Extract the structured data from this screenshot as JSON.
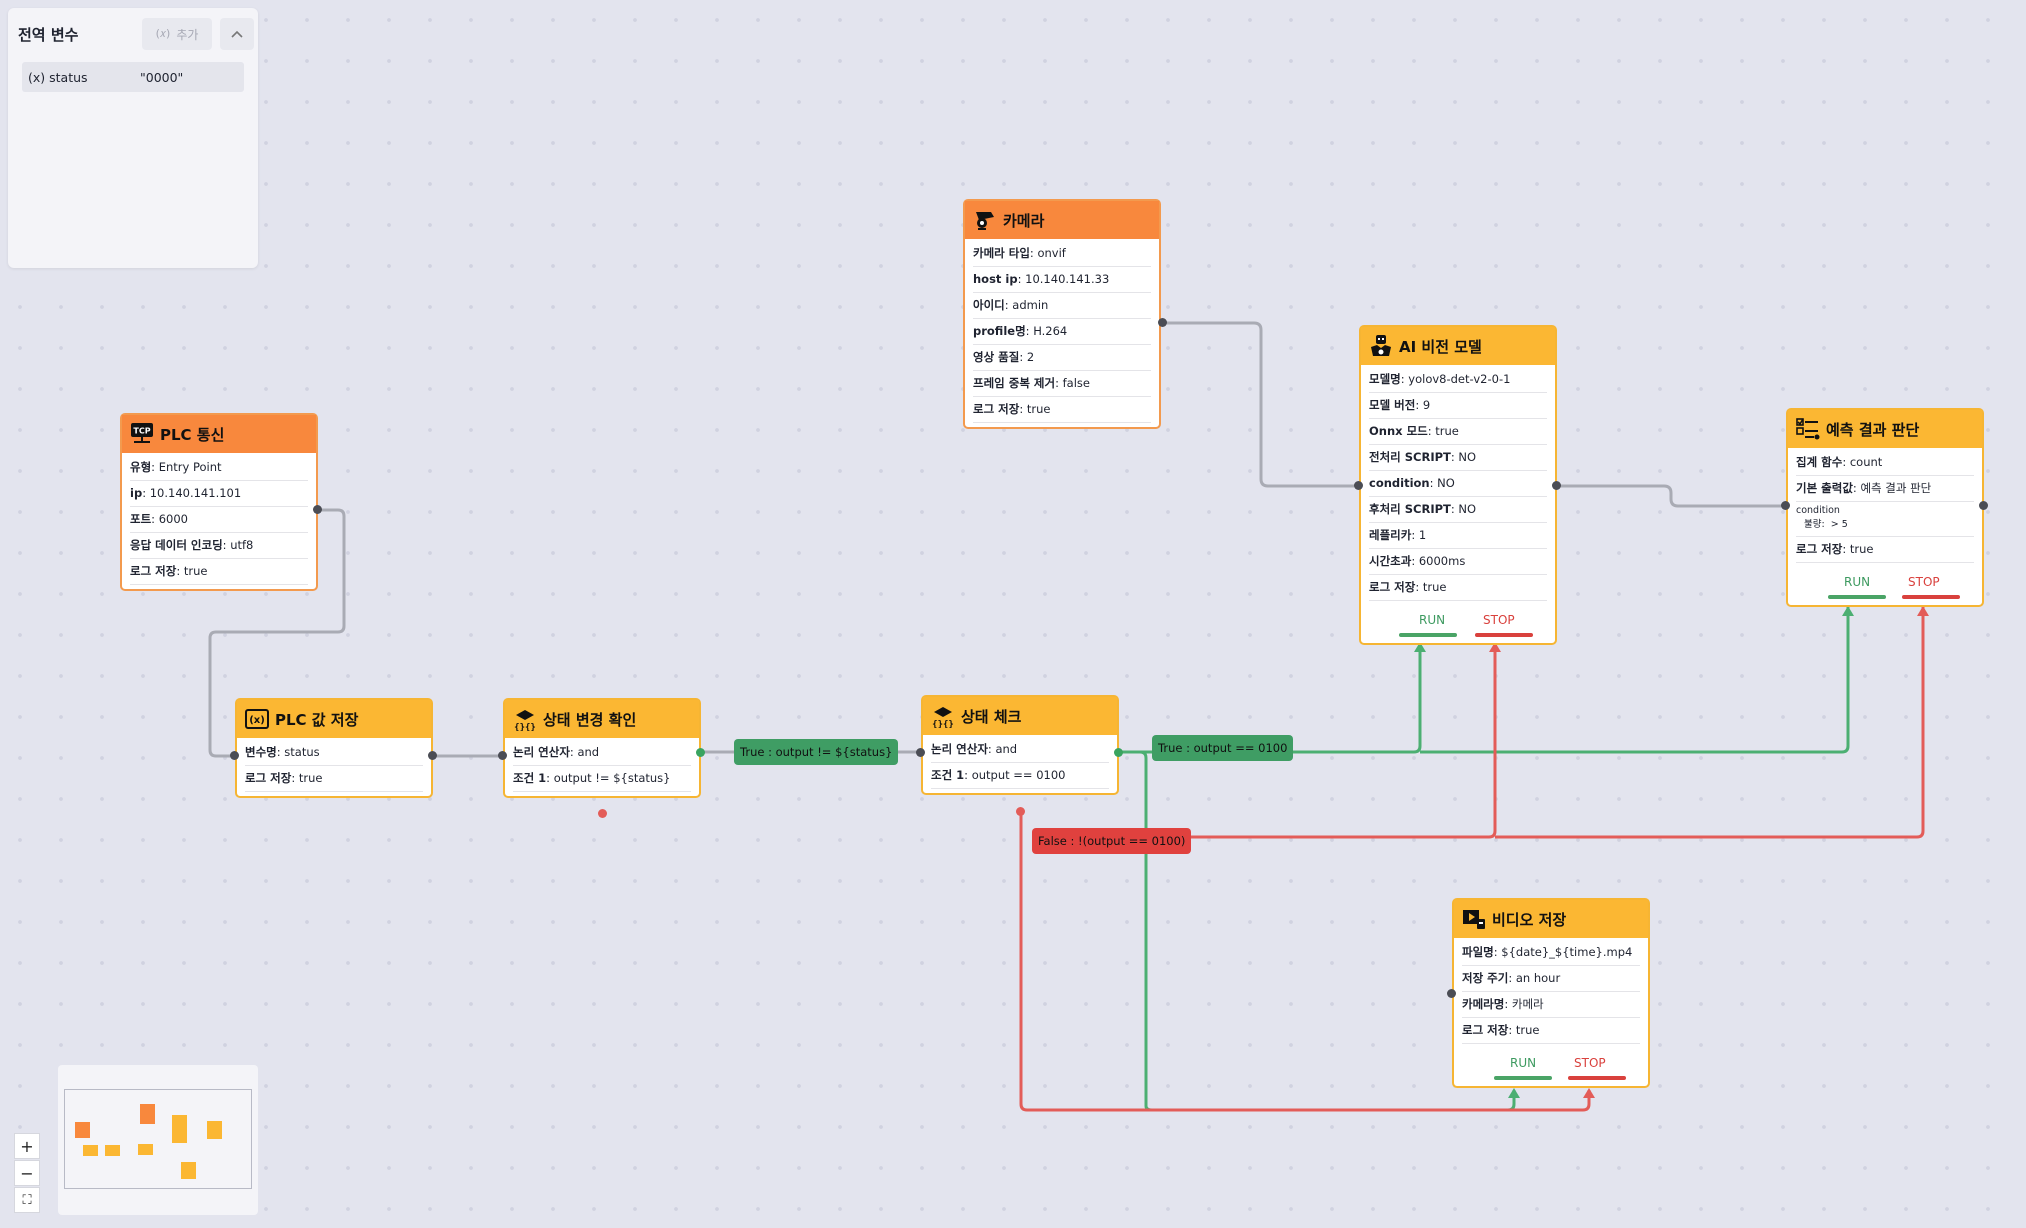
{
  "global_vars": {
    "title": "전역 변수",
    "add_label": "추가",
    "add_icon": "variable-icon",
    "collapse_icon": "chevron-up-icon",
    "items": [
      {
        "name": "(x) status",
        "value": "\"0000\""
      }
    ]
  },
  "nodes": {
    "plc_comm": {
      "title": "PLC 통신",
      "icon": "tcp-icon",
      "props": [
        {
          "k": "유형",
          "v": "Entry Point"
        },
        {
          "k": "ip",
          "v": "10.140.141.101"
        },
        {
          "k": "포트",
          "v": "6000"
        },
        {
          "k": "응답 데이터 인코딩",
          "v": "utf8"
        },
        {
          "k": "로그 저장",
          "v": "true"
        }
      ]
    },
    "plc_save": {
      "title": "PLC 값 저장",
      "icon": "variable-icon",
      "props": [
        {
          "k": "변수명",
          "v": "status"
        },
        {
          "k": "로그 저장",
          "v": "true"
        }
      ]
    },
    "state_change": {
      "title": "상태 변경 확인",
      "icon": "json-condition-icon",
      "props": [
        {
          "k": "논리 연산자",
          "v": "and"
        },
        {
          "k": "조건 1",
          "v": "output != ${status}"
        }
      ]
    },
    "state_check": {
      "title": "상태 체크",
      "icon": "json-condition-icon",
      "props": [
        {
          "k": "논리 연산자",
          "v": "and"
        },
        {
          "k": "조건 1",
          "v": "output == 0100"
        }
      ]
    },
    "camera": {
      "title": "카메라",
      "icon": "camera-icon",
      "props": [
        {
          "k": "카메라 타입",
          "v": "onvif"
        },
        {
          "k": "host ip",
          "v": "10.140.141.33"
        },
        {
          "k": "아이디",
          "v": "admin"
        },
        {
          "k": "profile명",
          "v": "H.264"
        },
        {
          "k": "영상 품질",
          "v": "2"
        },
        {
          "k": "프레임 중복 제거",
          "v": "false"
        },
        {
          "k": "로그 저장",
          "v": "true"
        }
      ]
    },
    "ai_model": {
      "title": "AI 비전 모델",
      "icon": "ai-vision-icon",
      "props": [
        {
          "k": "모델명",
          "v": "yolov8-det-v2-0-1"
        },
        {
          "k": "모델 버전",
          "v": "9"
        },
        {
          "k": "Onnx 모드",
          "v": "true"
        },
        {
          "k": "전처리 SCRIPT",
          "v": "NO"
        },
        {
          "k": "condition",
          "v": "NO"
        },
        {
          "k": "후처리 SCRIPT",
          "v": "NO"
        },
        {
          "k": "레플리카",
          "v": "1"
        },
        {
          "k": "시간초과",
          "v": "6000ms"
        },
        {
          "k": "로그 저장",
          "v": "true"
        }
      ],
      "run": "RUN",
      "stop": "STOP"
    },
    "predict": {
      "title": "예측 결과 판단",
      "icon": "checklist-icon",
      "props": [
        {
          "k": "집계 함수",
          "v": "count"
        },
        {
          "k": "기본 출력값",
          "v": "예측 결과 판단"
        }
      ],
      "condition_label": "condition",
      "condition_key": "불량",
      "condition_value": "> 5",
      "props_after": [
        {
          "k": "로그 저장",
          "v": "true"
        }
      ],
      "run": "RUN",
      "stop": "STOP"
    },
    "video_save": {
      "title": "비디오 저장",
      "icon": "video-save-icon",
      "props": [
        {
          "k": "파일명",
          "v": "${date}_${time}.mp4"
        },
        {
          "k": "저장 주기",
          "v": "an hour"
        },
        {
          "k": "카메라명",
          "v": "카메라"
        },
        {
          "k": "로그 저장",
          "v": "true"
        }
      ],
      "run": "RUN",
      "stop": "STOP"
    }
  },
  "edge_labels": {
    "state_change_true": "True : output != ${status}",
    "state_check_true": "True : output == 0100",
    "state_check_false": "False : !(output == 0100)"
  },
  "colors": {
    "node_yellow": "#fbb733",
    "node_orange": "#f8883d",
    "edge_grey": "#a9abb4",
    "edge_green": "#4caf72",
    "edge_red": "#e35c58"
  },
  "controls": {
    "zoom_in": "+",
    "zoom_out": "−",
    "fit_view": "⛶"
  }
}
